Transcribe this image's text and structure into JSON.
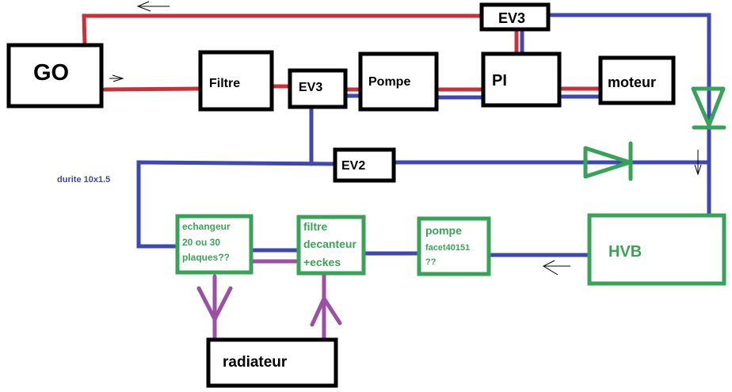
{
  "colors": {
    "fuel_line": "#c8303a",
    "coolant_line": "#3f48b0",
    "radiator_loop": "#9b4fa5",
    "cooling_block": "#36a356",
    "main_block": "#000000",
    "annotation": "#4048a8"
  },
  "blocks": {
    "go": "GO",
    "filtre": "Filtre",
    "ev3_inline": "EV3",
    "pompe": "Pompe",
    "pi": "PI",
    "moteur": "moteur",
    "ev3_top": "EV3",
    "ev2": "EV2",
    "echangeur": [
      "echangeur",
      "20 ou 30",
      "plaques??"
    ],
    "filtre_decanteur": [
      "filtre",
      "decanteur",
      "+eckes"
    ],
    "pompe_facet": [
      "pompe",
      "facet40151",
      "??"
    ],
    "hvb": "HVB",
    "radiateur": "radiateur"
  },
  "annotations": {
    "hose_size": "durite 10x1.5"
  },
  "symbols": {
    "check_valve_vertical": "check-valve-down",
    "check_valve_horizontal": "check-valve-right"
  }
}
